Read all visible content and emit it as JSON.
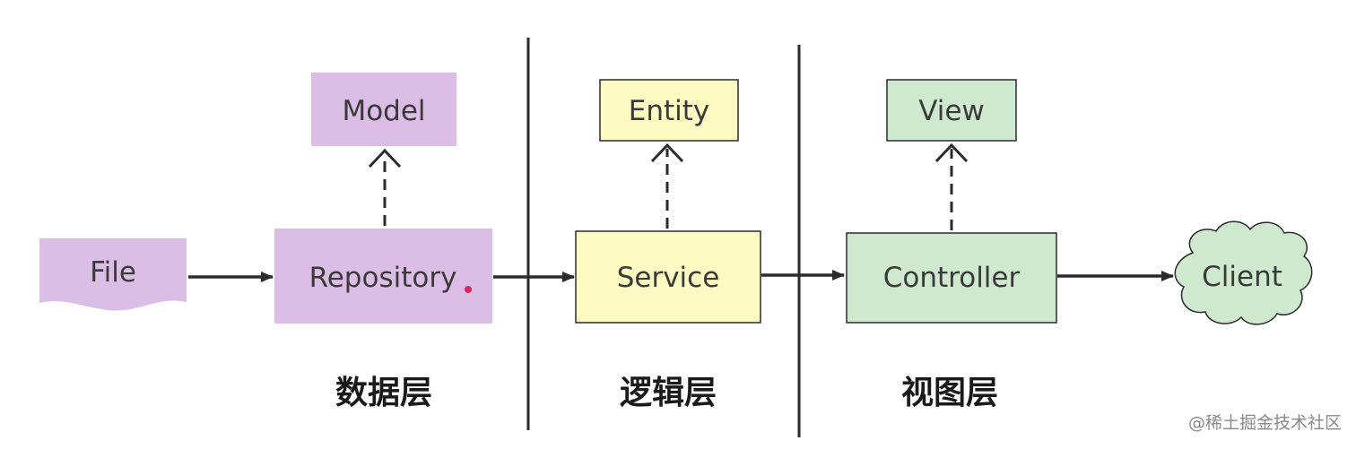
{
  "nodes": {
    "file": "File",
    "repository": "Repository",
    "model": "Model",
    "service": "Service",
    "entity": "Entity",
    "controller": "Controller",
    "view": "View",
    "client": "Client"
  },
  "layers": {
    "data": "数据层",
    "logic": "逻辑层",
    "view": "视图层"
  },
  "watermark": "@稀土掘金技术社区",
  "colors": {
    "purple_fill": "#dcbde6",
    "yellow_fill": "#fdfac2",
    "green_fill": "#cfe9cf",
    "stroke": "#2b2b2b",
    "pointer_dot": "#e0245e"
  }
}
